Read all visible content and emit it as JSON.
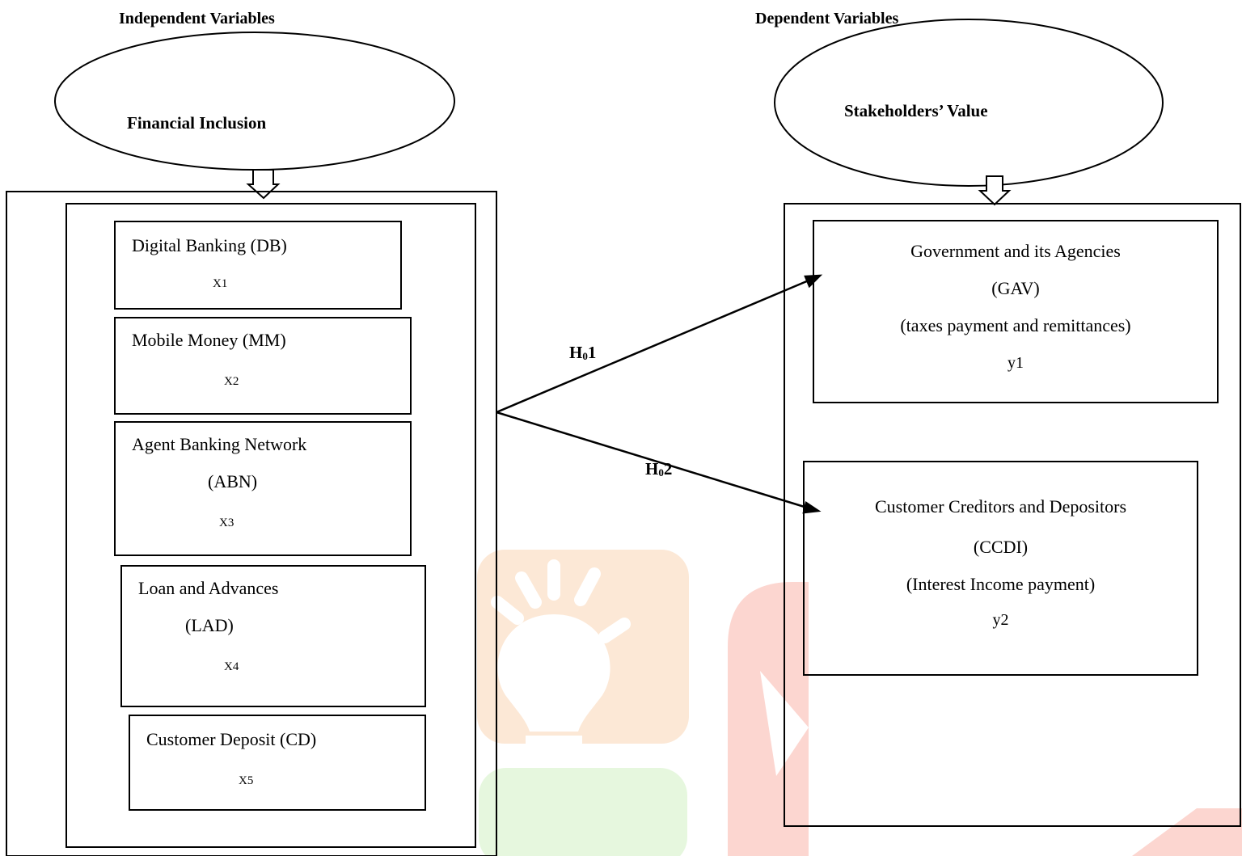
{
  "headers": {
    "independent": "Independent Variables",
    "dependent": "Dependent Variables"
  },
  "ellipses": {
    "left": "Financial Inclusion",
    "right": "Stakeholders’ Value"
  },
  "independent_items": [
    {
      "label": "Digital Banking (DB)",
      "var": "X1"
    },
    {
      "label": "Mobile Money (MM)",
      "var": "X2"
    },
    {
      "label_line1": "Agent Banking Network",
      "label_line2": "(ABN)",
      "var": "X3"
    },
    {
      "label_line1": "Loan and Advances",
      "label_line2": "(LAD)",
      "var": "X4"
    },
    {
      "label": "Customer Deposit (CD)",
      "var": "X5"
    }
  ],
  "dependent_items": [
    {
      "line1": "Government and its Agencies",
      "line2": "(GAV)",
      "line3": "(taxes payment and remittances)",
      "var": "y1"
    },
    {
      "line1": "Customer Creditors and Depositors",
      "line2": "(CCDI)",
      "line3": "(Interest Income payment)",
      "var": "y2"
    }
  ],
  "hypotheses": [
    {
      "prefix": "H",
      "sub": "0",
      "num": "1"
    },
    {
      "prefix": "H",
      "sub": "0",
      "num": "2"
    }
  ],
  "watermark": {
    "colors": [
      "#fbe4cf",
      "#fbd2cc",
      "#e4f6dc"
    ]
  }
}
